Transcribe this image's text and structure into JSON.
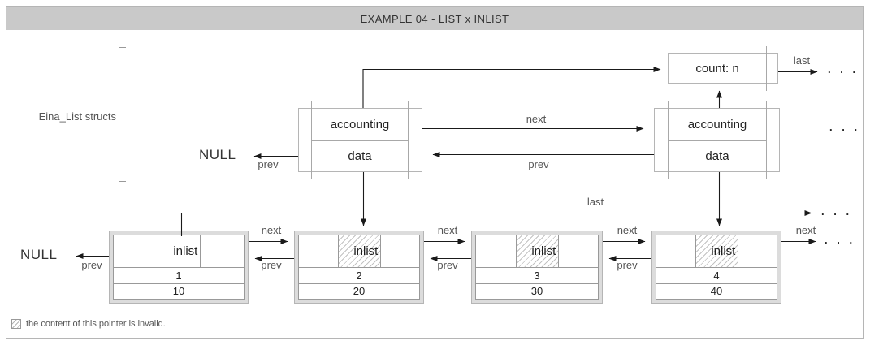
{
  "title": "EXAMPLE 04 - LIST x INLIST",
  "labels": {
    "eina_list_structs": "Eina_List structs",
    "null": "NULL",
    "ellipsis": ". . ."
  },
  "arrow_labels": {
    "next": "next",
    "prev": "prev",
    "last": "last"
  },
  "count_box": {
    "text": "count: n"
  },
  "structs": [
    {
      "field1": "accounting",
      "field2": "data"
    },
    {
      "field1": "accounting",
      "field2": "data"
    }
  ],
  "nodes": [
    {
      "pointer": "__inlist",
      "invalid": false,
      "index": "1",
      "value": "10"
    },
    {
      "pointer": "__inlist",
      "invalid": true,
      "index": "2",
      "value": "20"
    },
    {
      "pointer": "__inlist",
      "invalid": true,
      "index": "3",
      "value": "30"
    },
    {
      "pointer": "__inlist",
      "invalid": true,
      "index": "4",
      "value": "40"
    }
  ],
  "legend": {
    "text": "the content of this pointer is invalid."
  }
}
